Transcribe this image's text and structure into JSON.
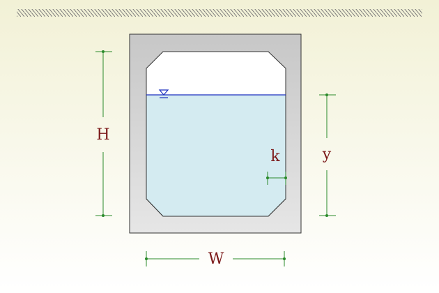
{
  "diagram": {
    "labels": {
      "height": "H",
      "width": "W",
      "depth": "y",
      "chamfer": "k"
    },
    "icons": {
      "water_surface": "water-surface-triangle-icon"
    },
    "colors": {
      "background_top": "#f2f1d6",
      "background_bottom": "#ffffff",
      "ground_hatch": "#777777",
      "culvert_outer": "#c7c7c7",
      "culvert_outer_light": "#e6e6e6",
      "culvert_stroke": "#333333",
      "water_fill": "#d4ebf1",
      "water_line": "#1a2fbf",
      "dimension_line": "#2a8a2a",
      "label_text": "#7b1818"
    }
  }
}
